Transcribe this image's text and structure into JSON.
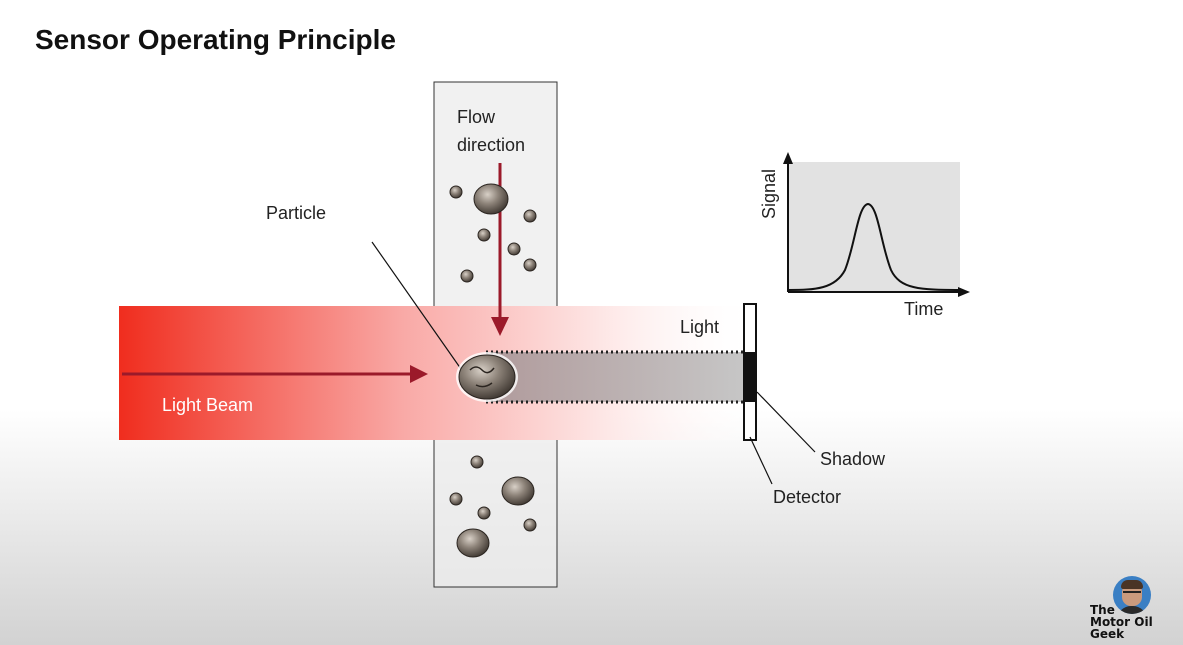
{
  "title": "Sensor Operating Principle",
  "labels": {
    "flow_direction_line1": "Flow",
    "flow_direction_line2": "direction",
    "particle": "Particle",
    "light_beam": "Light Beam",
    "light": "Light",
    "shadow": "Shadow",
    "detector": "Detector"
  },
  "graph": {
    "ylabel": "Signal",
    "xlabel": "Time"
  },
  "brand": {
    "line1": "The",
    "line2": "Motor Oil",
    "line3": "Geek"
  },
  "colors": {
    "beam": "#f02d1e",
    "arrow": "#9b1a2a"
  }
}
